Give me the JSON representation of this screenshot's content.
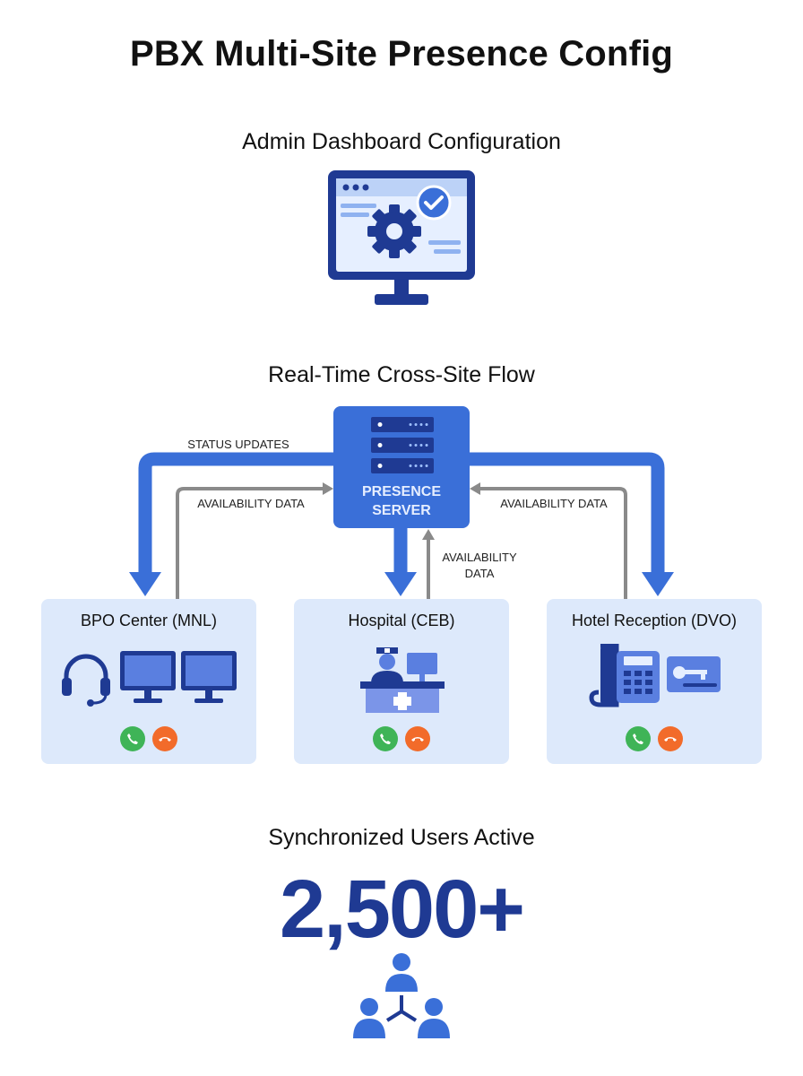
{
  "title": "PBX Multi-Site Presence Config",
  "admin": {
    "heading": "Admin Dashboard Configuration",
    "icon": "monitor-gear-check-icon"
  },
  "flow": {
    "heading": "Real-Time Cross-Site Flow",
    "server": {
      "line1": "PRESENCE",
      "line2": "SERVER",
      "icon": "server-rack-icon"
    },
    "labels": {
      "status_updates": "STATUS UPDATES",
      "availability_left": "AVAILABILITY DATA",
      "availability_right": "AVAILABILITY DATA",
      "availability_center_1": "AVAILABILITY",
      "availability_center_2": "DATA"
    },
    "sites": [
      {
        "name": "BPO Center (MNL)",
        "icons": [
          "headset-icon",
          "monitor-icon",
          "monitor-icon"
        ]
      },
      {
        "name": "Hospital (CEB)",
        "icons": [
          "nurse-desk-icon"
        ]
      },
      {
        "name": "Hotel Reception (DVO)",
        "icons": [
          "desk-phone-icon",
          "key-card-icon"
        ]
      }
    ]
  },
  "users": {
    "heading": "Synchronized Users Active",
    "count": "2,500+",
    "icon": "user-network-icon"
  },
  "colors": {
    "accent": "#3a6fd8",
    "dark_blue": "#1f3a93",
    "card_bg": "#dde9fb",
    "gray_arrow": "#8a8a8a",
    "accept": "#3fb457",
    "decline": "#f26b2a"
  }
}
